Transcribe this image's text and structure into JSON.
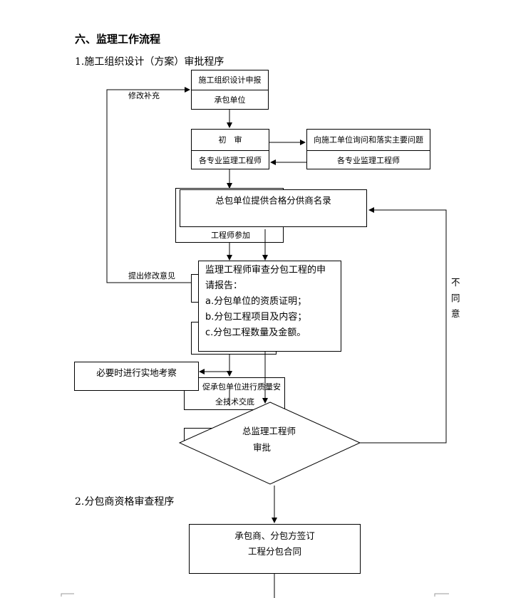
{
  "section_title": "六、监理工作流程",
  "sub1_title": "1.施工组织设计（方案）审批程序",
  "sub2_title": "2.分包商资格审查程序",
  "flow1": {
    "submit_top": "施工组织设计申报",
    "submit_bottom": "承包单位",
    "prelim_top": "初　审",
    "prelim_bottom": "各专业监理工程师",
    "side_top": "向施工单位询问和落实主要问题",
    "side_bottom": "各专业监理工程师",
    "revise_label": "修改补充",
    "propose_label": "提出修改意见",
    "hidden_engineer": "工程师参加",
    "quality_line1": "促承包单位进行质量安",
    "quality_line2": "全技术交底",
    "disagree": "不同意"
  },
  "flow2": {
    "supplier_list": "总包单位提供合格分供商名录",
    "review_title": "监理工程师审查分包工程的申请报告：",
    "review_items": [
      "a.分包单位的资质证明；",
      "b.分包工程项目及内容；",
      "c.分包工程数量及金额。"
    ],
    "site_inspect": "必要时进行实地考察",
    "approve_line1": "总监理工程师",
    "approve_line2": "审批",
    "contract_line1": "承包商、分包方签订",
    "contract_line2": "工程分包合同"
  }
}
